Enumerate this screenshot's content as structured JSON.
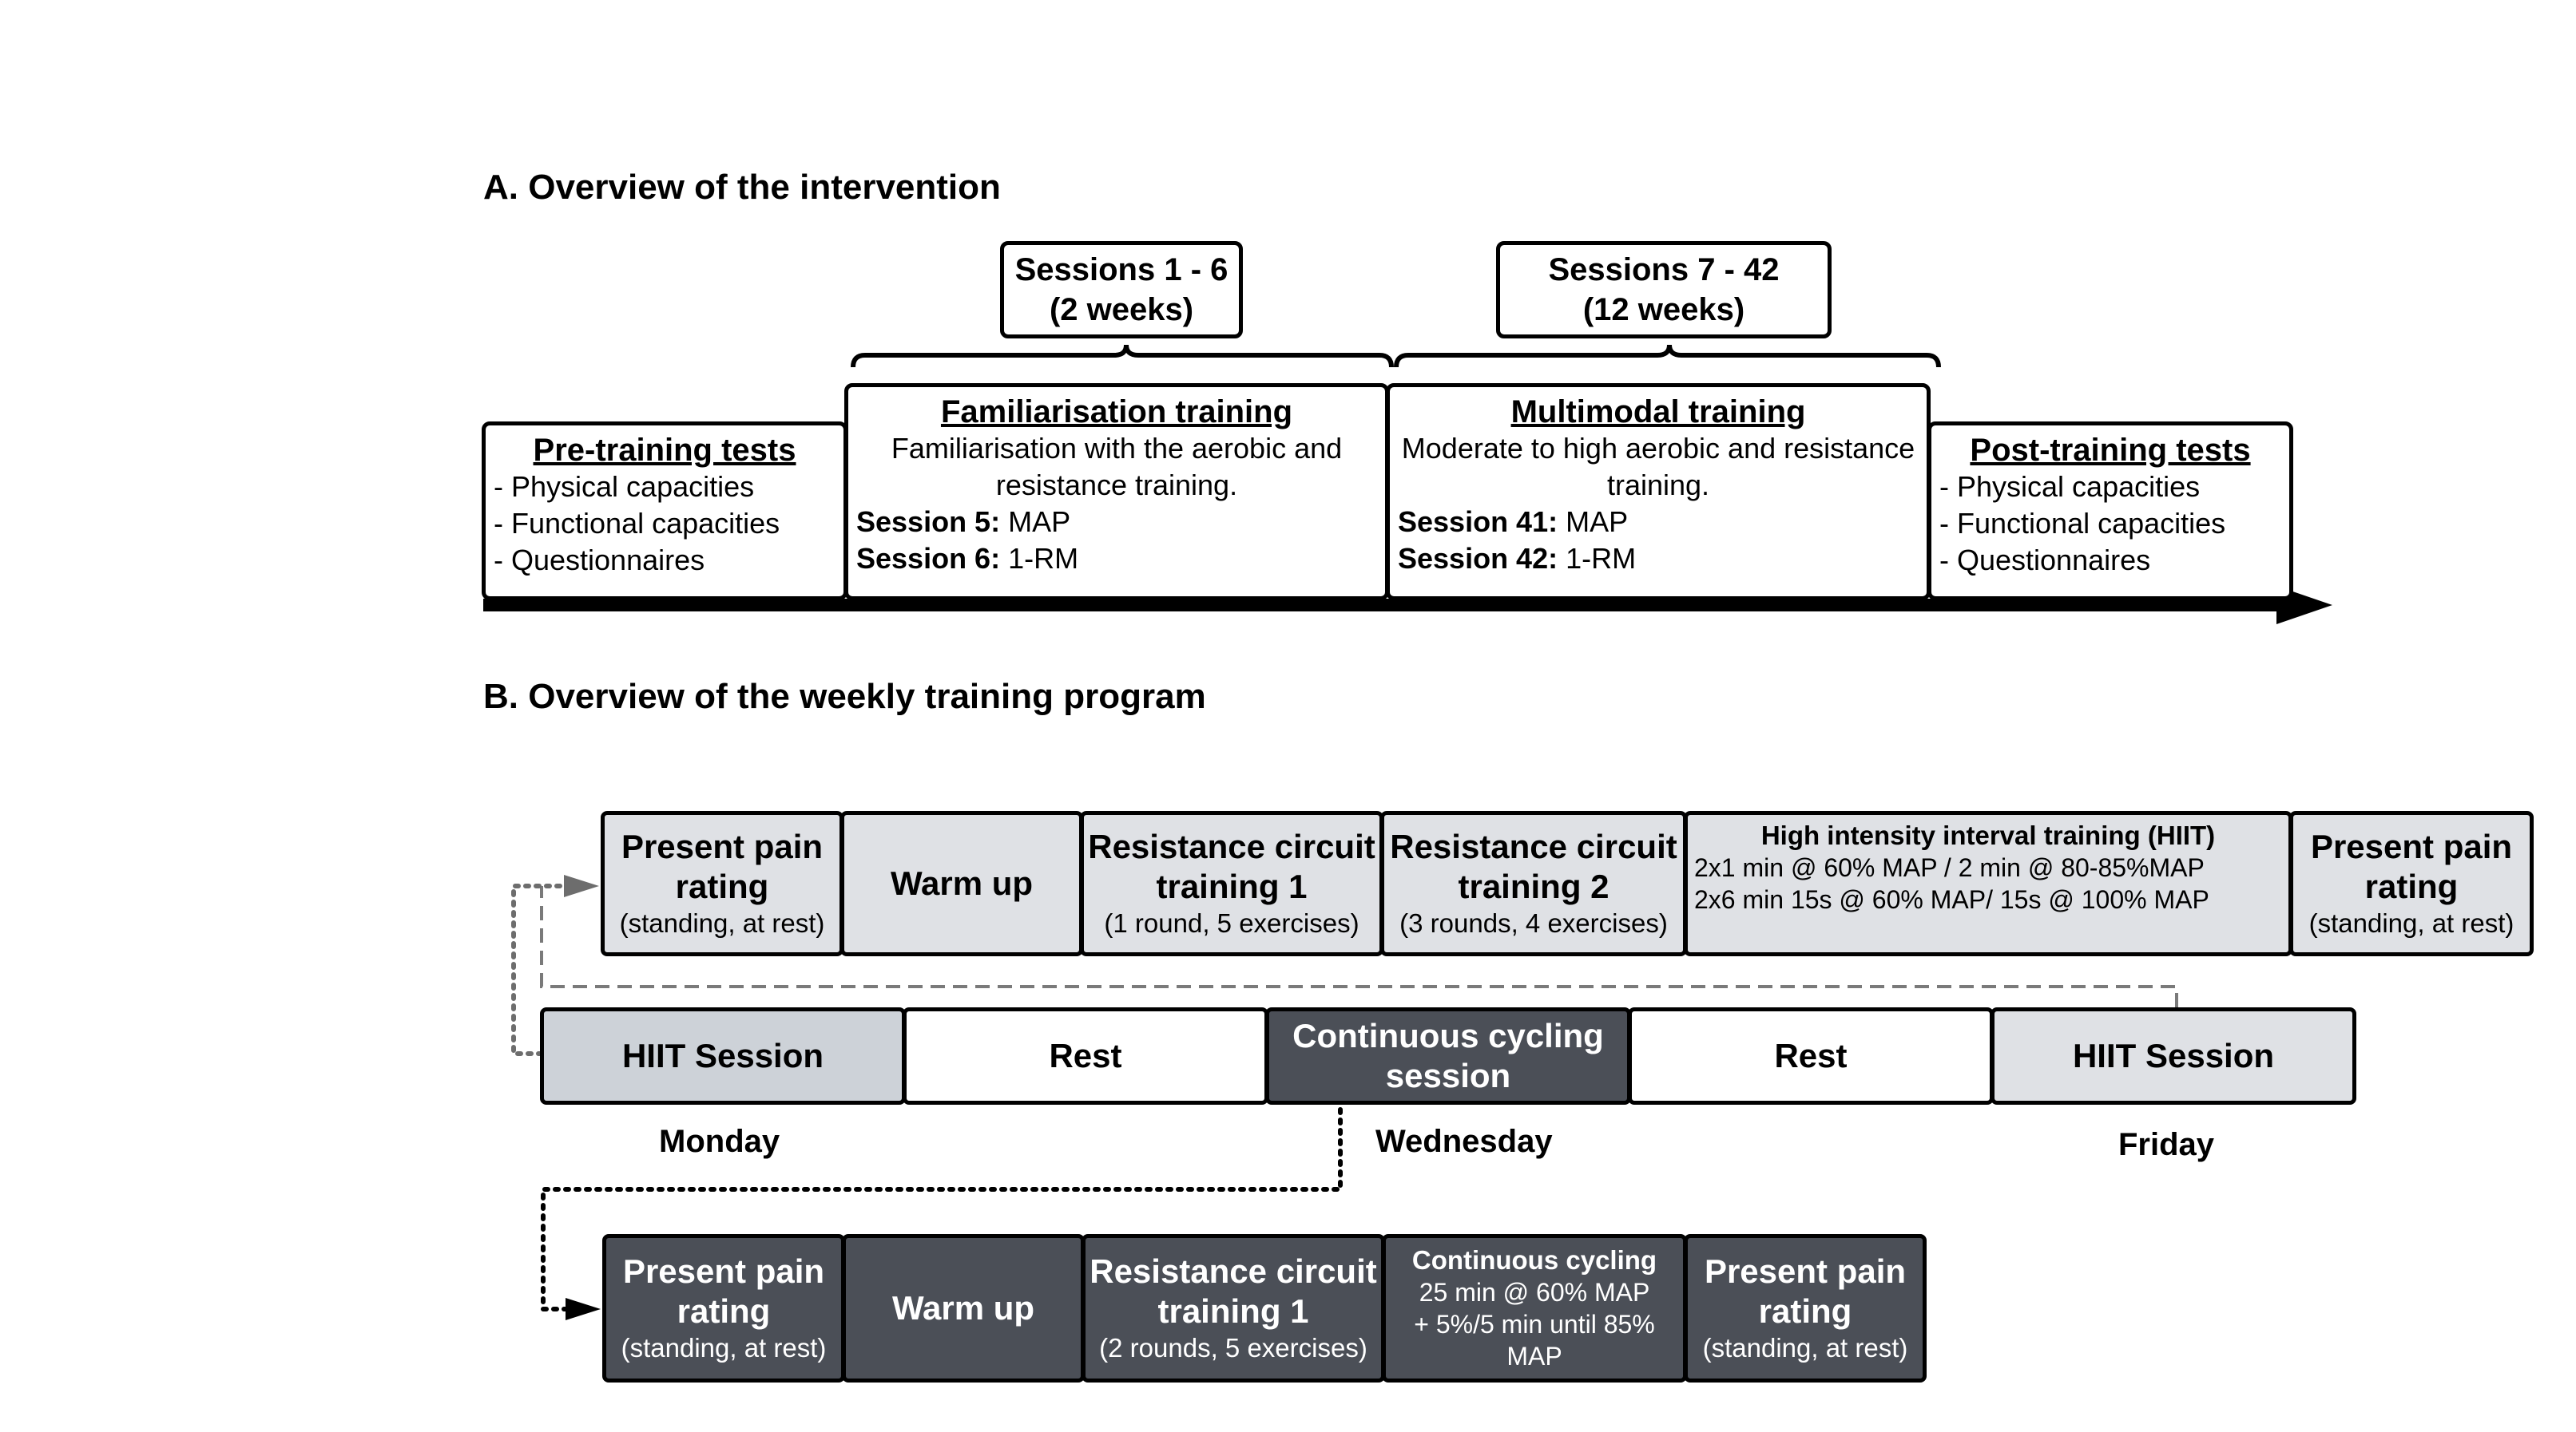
{
  "section_a": {
    "title": "A. Overview of the intervention",
    "session_boxes": [
      {
        "line1": "Sessions 1 - 6",
        "line2": "(2 weeks)"
      },
      {
        "line1": "Sessions 7 - 42",
        "line2": "(12 weeks)"
      }
    ],
    "pre_tests": {
      "title": "Pre-training tests",
      "items": [
        "- Physical capacities",
        "- Functional capacities",
        "- Questionnaires"
      ]
    },
    "familiarisation": {
      "title": "Familiarisation training",
      "desc": "Familiarisation with the aerobic and resistance training.",
      "s1_label": "Session 5:",
      "s1_value": "MAP",
      "s2_label": "Session 6:",
      "s2_value": "1-RM"
    },
    "multimodal": {
      "title": "Multimodal training",
      "desc": "Moderate to high aerobic and resistance training.",
      "s1_label": "Session 41:",
      "s1_value": "MAP",
      "s2_label": "Session 42:",
      "s2_value": "1-RM"
    },
    "post_tests": {
      "title": "Post-training tests",
      "items": [
        "- Physical capacities",
        "- Functional capacities",
        "- Questionnaires"
      ]
    }
  },
  "section_b": {
    "title": "B. Overview of the weekly training program",
    "hiit_row": {
      "pain1": {
        "title": "Present pain rating",
        "sub": "(standing, at rest)"
      },
      "warmup": {
        "title": "Warm up"
      },
      "rc1": {
        "title": "Resistance circuit training 1",
        "sub": "(1 round, 5 exercises)"
      },
      "rc2": {
        "title": "Resistance circuit training 2",
        "sub": "(3 rounds, 4 exercises)"
      },
      "hiit": {
        "title": "High intensity interval training (HIIT)",
        "line1": "2x1 min @ 60% MAP / 2 min @ 80-85%MAP",
        "line2": "2x6 min 15s @ 60% MAP/ 15s @ 100% MAP"
      },
      "pain2": {
        "title": "Present pain rating",
        "sub": "(standing, at rest)"
      }
    },
    "week": [
      {
        "label": "HIIT Session"
      },
      {
        "label": "Rest"
      },
      {
        "label": "Continuous cycling session"
      },
      {
        "label": "Rest"
      },
      {
        "label": "HIIT Session"
      }
    ],
    "days": {
      "monday": "Monday",
      "wednesday": "Wednesday",
      "friday": "Friday"
    },
    "cc_row": {
      "pain1": {
        "title": "Present pain rating",
        "sub": "(standing, at rest)"
      },
      "warmup": {
        "title": "Warm up"
      },
      "rc1": {
        "title": "Resistance circuit training 1",
        "sub": "(2 rounds, 5 exercises)"
      },
      "cycling": {
        "title": "Continuous cycling",
        "line1": "25 min @ 60% MAP",
        "line2": "+ 5%/5 min until 85%",
        "line3": "MAP"
      },
      "pain2": {
        "title": "Present pain rating",
        "sub": "(standing, at rest)"
      }
    }
  },
  "colors": {
    "light_box": "#dfe1e5",
    "dark_box": "#4b4f57",
    "hiit_day_box": "#cdd2d8",
    "border": "#000000"
  }
}
